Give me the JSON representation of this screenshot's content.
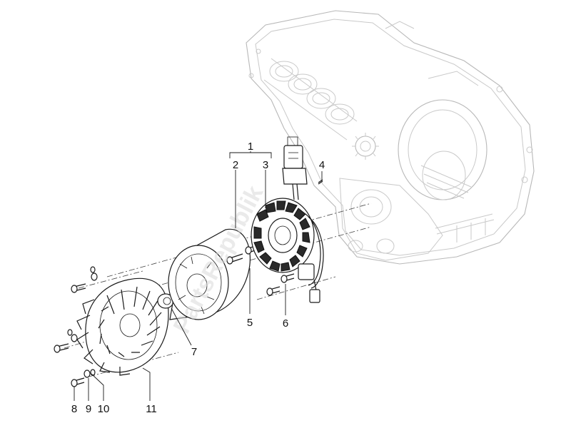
{
  "watermark": "PartsRepublik",
  "callouts": [
    {
      "id": "1",
      "label": "1"
    },
    {
      "id": "2",
      "label": "2"
    },
    {
      "id": "3",
      "label": "3"
    },
    {
      "id": "4",
      "label": "4"
    },
    {
      "id": "5",
      "label": "5"
    },
    {
      "id": "6",
      "label": "6"
    },
    {
      "id": "7",
      "label": "7"
    },
    {
      "id": "8",
      "label": "8"
    },
    {
      "id": "9",
      "label": "9"
    },
    {
      "id": "10",
      "label": "10"
    },
    {
      "id": "11",
      "label": "11"
    }
  ],
  "colors": {
    "ink": "#1a1a1a",
    "ghost": "#c9c9c9",
    "background": "#ffffff"
  }
}
